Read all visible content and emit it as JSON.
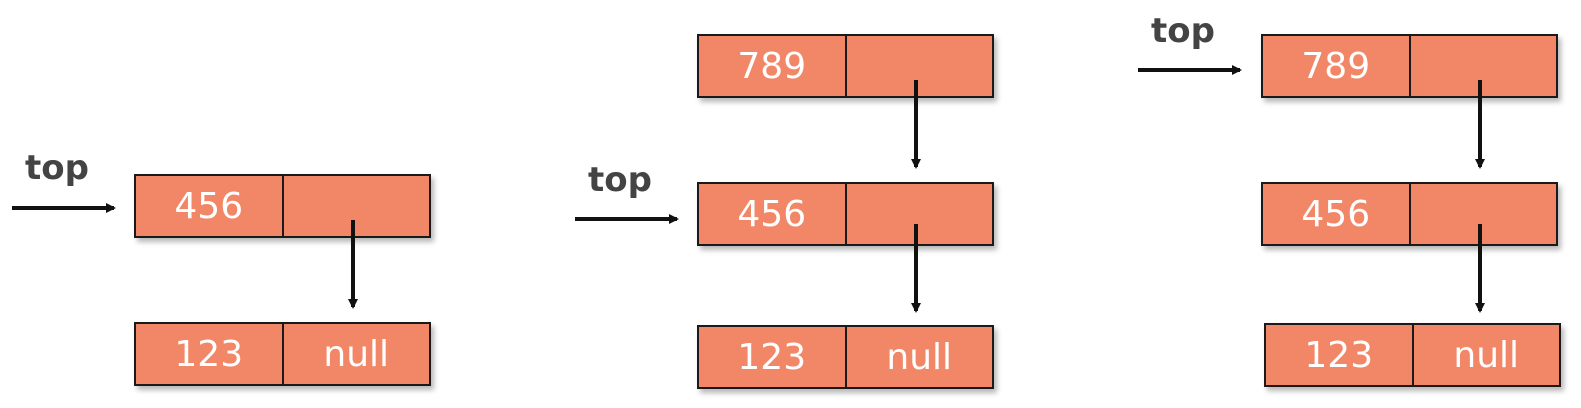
{
  "colors": {
    "node_fill": "#f28768",
    "node_border": "#1a1a1a",
    "node_text": "#ffffff",
    "label_text": "#444444",
    "arrow": "#111111"
  },
  "panels": [
    {
      "top_label": "top",
      "nodes": [
        {
          "data": "456",
          "next": ""
        },
        {
          "data": "123",
          "next": "null"
        }
      ]
    },
    {
      "top_label": "top",
      "nodes": [
        {
          "data": "789",
          "next": ""
        },
        {
          "data": "456",
          "next": ""
        },
        {
          "data": "123",
          "next": "null"
        }
      ]
    },
    {
      "top_label": "top",
      "nodes": [
        {
          "data": "789",
          "next": ""
        },
        {
          "data": "456",
          "next": ""
        },
        {
          "data": "123",
          "next": "null"
        }
      ]
    }
  ]
}
